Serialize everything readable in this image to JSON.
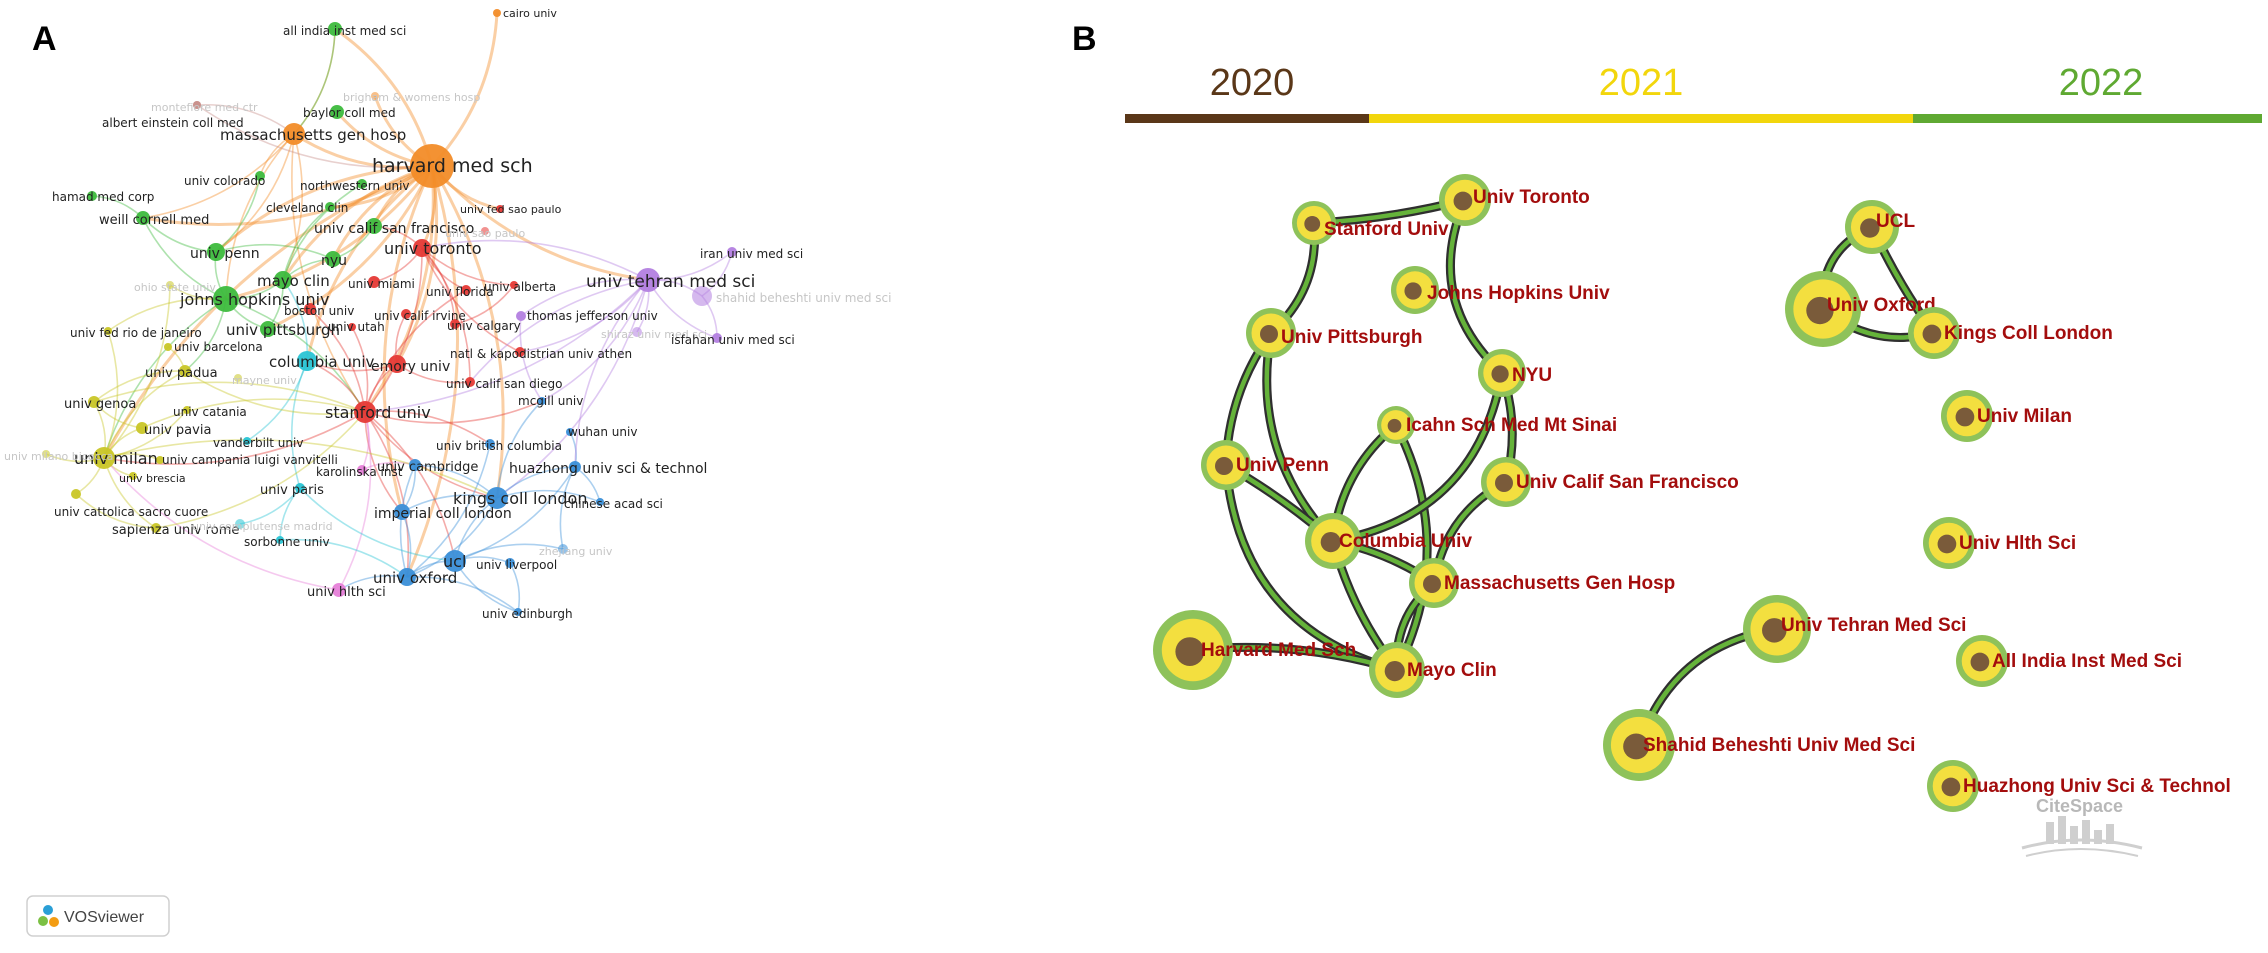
{
  "panel_a": {
    "letter": "A",
    "logo_text": "VOSviewer",
    "nodes": [
      {
        "id": "harvard",
        "label": "harvard med sch",
        "cluster": "orange"
      },
      {
        "id": "mgh",
        "label": "massachusetts gen hosp",
        "cluster": "orange"
      },
      {
        "id": "cairo",
        "label": "cairo univ",
        "cluster": "orange"
      },
      {
        "id": "brigham",
        "label": "brigham & womens hosp",
        "cluster": "orange",
        "faded": true
      },
      {
        "id": "aiims",
        "label": "all india inst med sci",
        "cluster": "green"
      },
      {
        "id": "baylor",
        "label": "baylor coll med",
        "cluster": "green"
      },
      {
        "id": "einstein",
        "label": "albert einstein coll med",
        "cluster": "brown"
      },
      {
        "id": "montefiore",
        "label": "montefiore med ctr",
        "cluster": "brown",
        "faded": true
      },
      {
        "id": "hamad",
        "label": "hamad med corp",
        "cluster": "green"
      },
      {
        "id": "colorado",
        "label": "univ colorado",
        "cluster": "green"
      },
      {
        "id": "northwestern",
        "label": "northwestern univ",
        "cluster": "green"
      },
      {
        "id": "weill",
        "label": "weill cornell med",
        "cluster": "green"
      },
      {
        "id": "cleveland",
        "label": "cleveland clin",
        "cluster": "green"
      },
      {
        "id": "ucsf",
        "label": "univ calif san francisco",
        "cluster": "green"
      },
      {
        "id": "upenn",
        "label": "univ penn",
        "cluster": "green"
      },
      {
        "id": "nyu",
        "label": "nyu",
        "cluster": "green"
      },
      {
        "id": "mayo",
        "label": "mayo clin",
        "cluster": "green"
      },
      {
        "id": "jhu",
        "label": "johns hopkins univ",
        "cluster": "green"
      },
      {
        "id": "ohio",
        "label": "ohio state univ",
        "cluster": "yellow",
        "faded": true
      },
      {
        "id": "toronto",
        "label": "univ toronto",
        "cluster": "red"
      },
      {
        "id": "fedsp",
        "label": "univ fed sao paulo",
        "cluster": "red"
      },
      {
        "id": "saopaulo",
        "label": "univ sao paulo",
        "cluster": "red",
        "faded": true
      },
      {
        "id": "miami",
        "label": "univ miami",
        "cluster": "red"
      },
      {
        "id": "florida",
        "label": "univ florida",
        "cluster": "red"
      },
      {
        "id": "alberta",
        "label": "univ alberta",
        "cluster": "red"
      },
      {
        "id": "pitt",
        "label": "univ pittsburgh",
        "cluster": "green"
      },
      {
        "id": "bostonu",
        "label": "boston univ",
        "cluster": "red"
      },
      {
        "id": "irvine",
        "label": "univ calif irvine",
        "cluster": "red"
      },
      {
        "id": "utah",
        "label": "univ utah",
        "cluster": "red"
      },
      {
        "id": "calgary",
        "label": "univ calgary",
        "cluster": "red"
      },
      {
        "id": "columbia",
        "label": "columbia univ",
        "cluster": "cyan"
      },
      {
        "id": "emory",
        "label": "emory univ",
        "cluster": "red"
      },
      {
        "id": "athens",
        "label": "natl & kapodistrian univ athen",
        "cluster": "red"
      },
      {
        "id": "ucsd",
        "label": "univ calif san diego",
        "cluster": "red"
      },
      {
        "id": "stanford",
        "label": "stanford univ",
        "cluster": "red"
      },
      {
        "id": "tehran",
        "label": "univ tehran med sci",
        "cluster": "purple"
      },
      {
        "id": "iran",
        "label": "iran univ med sci",
        "cluster": "purple"
      },
      {
        "id": "beheshti",
        "label": "shahid beheshti univ med sci",
        "cluster": "purple",
        "faded": true
      },
      {
        "id": "jefferson",
        "label": "thomas jefferson univ",
        "cluster": "purple"
      },
      {
        "id": "shiraz",
        "label": "shiraz univ med sci",
        "cluster": "purple",
        "faded": true
      },
      {
        "id": "isfahan",
        "label": "isfahan univ med sci",
        "cluster": "purple"
      },
      {
        "id": "riodj",
        "label": "univ fed rio de janeiro",
        "cluster": "yellow"
      },
      {
        "id": "barcelona",
        "label": "univ barcelona",
        "cluster": "yellow"
      },
      {
        "id": "padua",
        "label": "univ padua",
        "cluster": "yellow"
      },
      {
        "id": "mayne",
        "label": "mayne univ",
        "cluster": "yellow",
        "faded": true
      },
      {
        "id": "genoa",
        "label": "univ genoa",
        "cluster": "yellow"
      },
      {
        "id": "catania",
        "label": "univ catania",
        "cluster": "yellow"
      },
      {
        "id": "pavia",
        "label": "univ pavia",
        "cluster": "yellow"
      },
      {
        "id": "milan",
        "label": "univ milan",
        "cluster": "yellow"
      },
      {
        "id": "milanbic",
        "label": "univ milano bicocca",
        "cluster": "yellow",
        "faded": true
      },
      {
        "id": "vanvitelli",
        "label": "univ campania luigi vanvitelli",
        "cluster": "yellow"
      },
      {
        "id": "brescia",
        "label": "univ brescia",
        "cluster": "yellow"
      },
      {
        "id": "cattolica",
        "label": "univ cattolica sacro cuore",
        "cluster": "yellow"
      },
      {
        "id": "sapienza",
        "label": "sapienza univ rome",
        "cluster": "yellow"
      },
      {
        "id": "vanderbilt",
        "label": "vanderbilt univ",
        "cluster": "cyan"
      },
      {
        "id": "karolinska",
        "label": "karolinska inst",
        "cluster": "pink"
      },
      {
        "id": "paris",
        "label": "univ paris",
        "cluster": "cyan"
      },
      {
        "id": "madrid",
        "label": "univ complutense madrid",
        "cluster": "cyan",
        "faded": true
      },
      {
        "id": "sorbonne",
        "label": "sorbonne univ",
        "cluster": "cyan"
      },
      {
        "id": "mcgill",
        "label": "mcgill univ",
        "cluster": "blue"
      },
      {
        "id": "wuhan",
        "label": "wuhan univ",
        "cluster": "blue"
      },
      {
        "id": "ubc",
        "label": "univ british columbia",
        "cluster": "blue"
      },
      {
        "id": "cambridge",
        "label": "univ cambridge",
        "cluster": "blue"
      },
      {
        "id": "huazhong",
        "label": "huazhong univ sci & technol",
        "cluster": "blue"
      },
      {
        "id": "kcl",
        "label": "kings coll london",
        "cluster": "blue"
      },
      {
        "id": "chineseacad",
        "label": "chinese acad sci",
        "cluster": "blue"
      },
      {
        "id": "imperial",
        "label": "imperial coll london",
        "cluster": "blue"
      },
      {
        "id": "zhejiang",
        "label": "zhejiang univ",
        "cluster": "blue",
        "faded": true
      },
      {
        "id": "ucl",
        "label": "ucl",
        "cluster": "blue"
      },
      {
        "id": "liverpool",
        "label": "univ liverpool",
        "cluster": "blue"
      },
      {
        "id": "oxford",
        "label": "univ oxford",
        "cluster": "blue"
      },
      {
        "id": "edinburgh",
        "label": "univ edinburgh",
        "cluster": "blue"
      },
      {
        "id": "hlthsci",
        "label": "univ hlth sci",
        "cluster": "pink"
      }
    ]
  },
  "panel_b": {
    "letter": "B",
    "years": [
      {
        "label": "2020",
        "color": "#5a3718"
      },
      {
        "label": "2021",
        "color": "#f2d60c"
      },
      {
        "label": "2022",
        "color": "#5fa932"
      }
    ],
    "watermark": "CiteSpace",
    "nodes": [
      {
        "id": "stanford",
        "label": "Stanford Univ"
      },
      {
        "id": "toronto",
        "label": "Univ Toronto"
      },
      {
        "id": "jhu",
        "label": "Johns Hopkins Univ"
      },
      {
        "id": "pitt",
        "label": "Univ Pittsburgh"
      },
      {
        "id": "nyu",
        "label": "NYU"
      },
      {
        "id": "icahn",
        "label": "Icahn Sch Med Mt Sinai"
      },
      {
        "id": "upenn",
        "label": "Univ Penn"
      },
      {
        "id": "ucsf",
        "label": "Univ Calif San Francisco"
      },
      {
        "id": "columbia",
        "label": "Columbia Univ"
      },
      {
        "id": "mgh",
        "label": "Massachusetts Gen Hosp"
      },
      {
        "id": "harvard",
        "label": "Harvard Med Sch"
      },
      {
        "id": "mayo",
        "label": "Mayo Clin"
      },
      {
        "id": "ucl",
        "label": "UCL"
      },
      {
        "id": "oxford",
        "label": "Univ Oxford"
      },
      {
        "id": "kcl",
        "label": "Kings Coll London"
      },
      {
        "id": "milan",
        "label": "Univ Milan"
      },
      {
        "id": "hlthsci",
        "label": "Univ Hlth Sci"
      },
      {
        "id": "tehran",
        "label": "Univ Tehran Med Sci"
      },
      {
        "id": "aiims",
        "label": "All India Inst Med Sci"
      },
      {
        "id": "beheshti",
        "label": "Shahid Beheshti Univ Med Sci"
      },
      {
        "id": "huazhong",
        "label": "Huazhong Univ Sci & Technol"
      }
    ]
  }
}
